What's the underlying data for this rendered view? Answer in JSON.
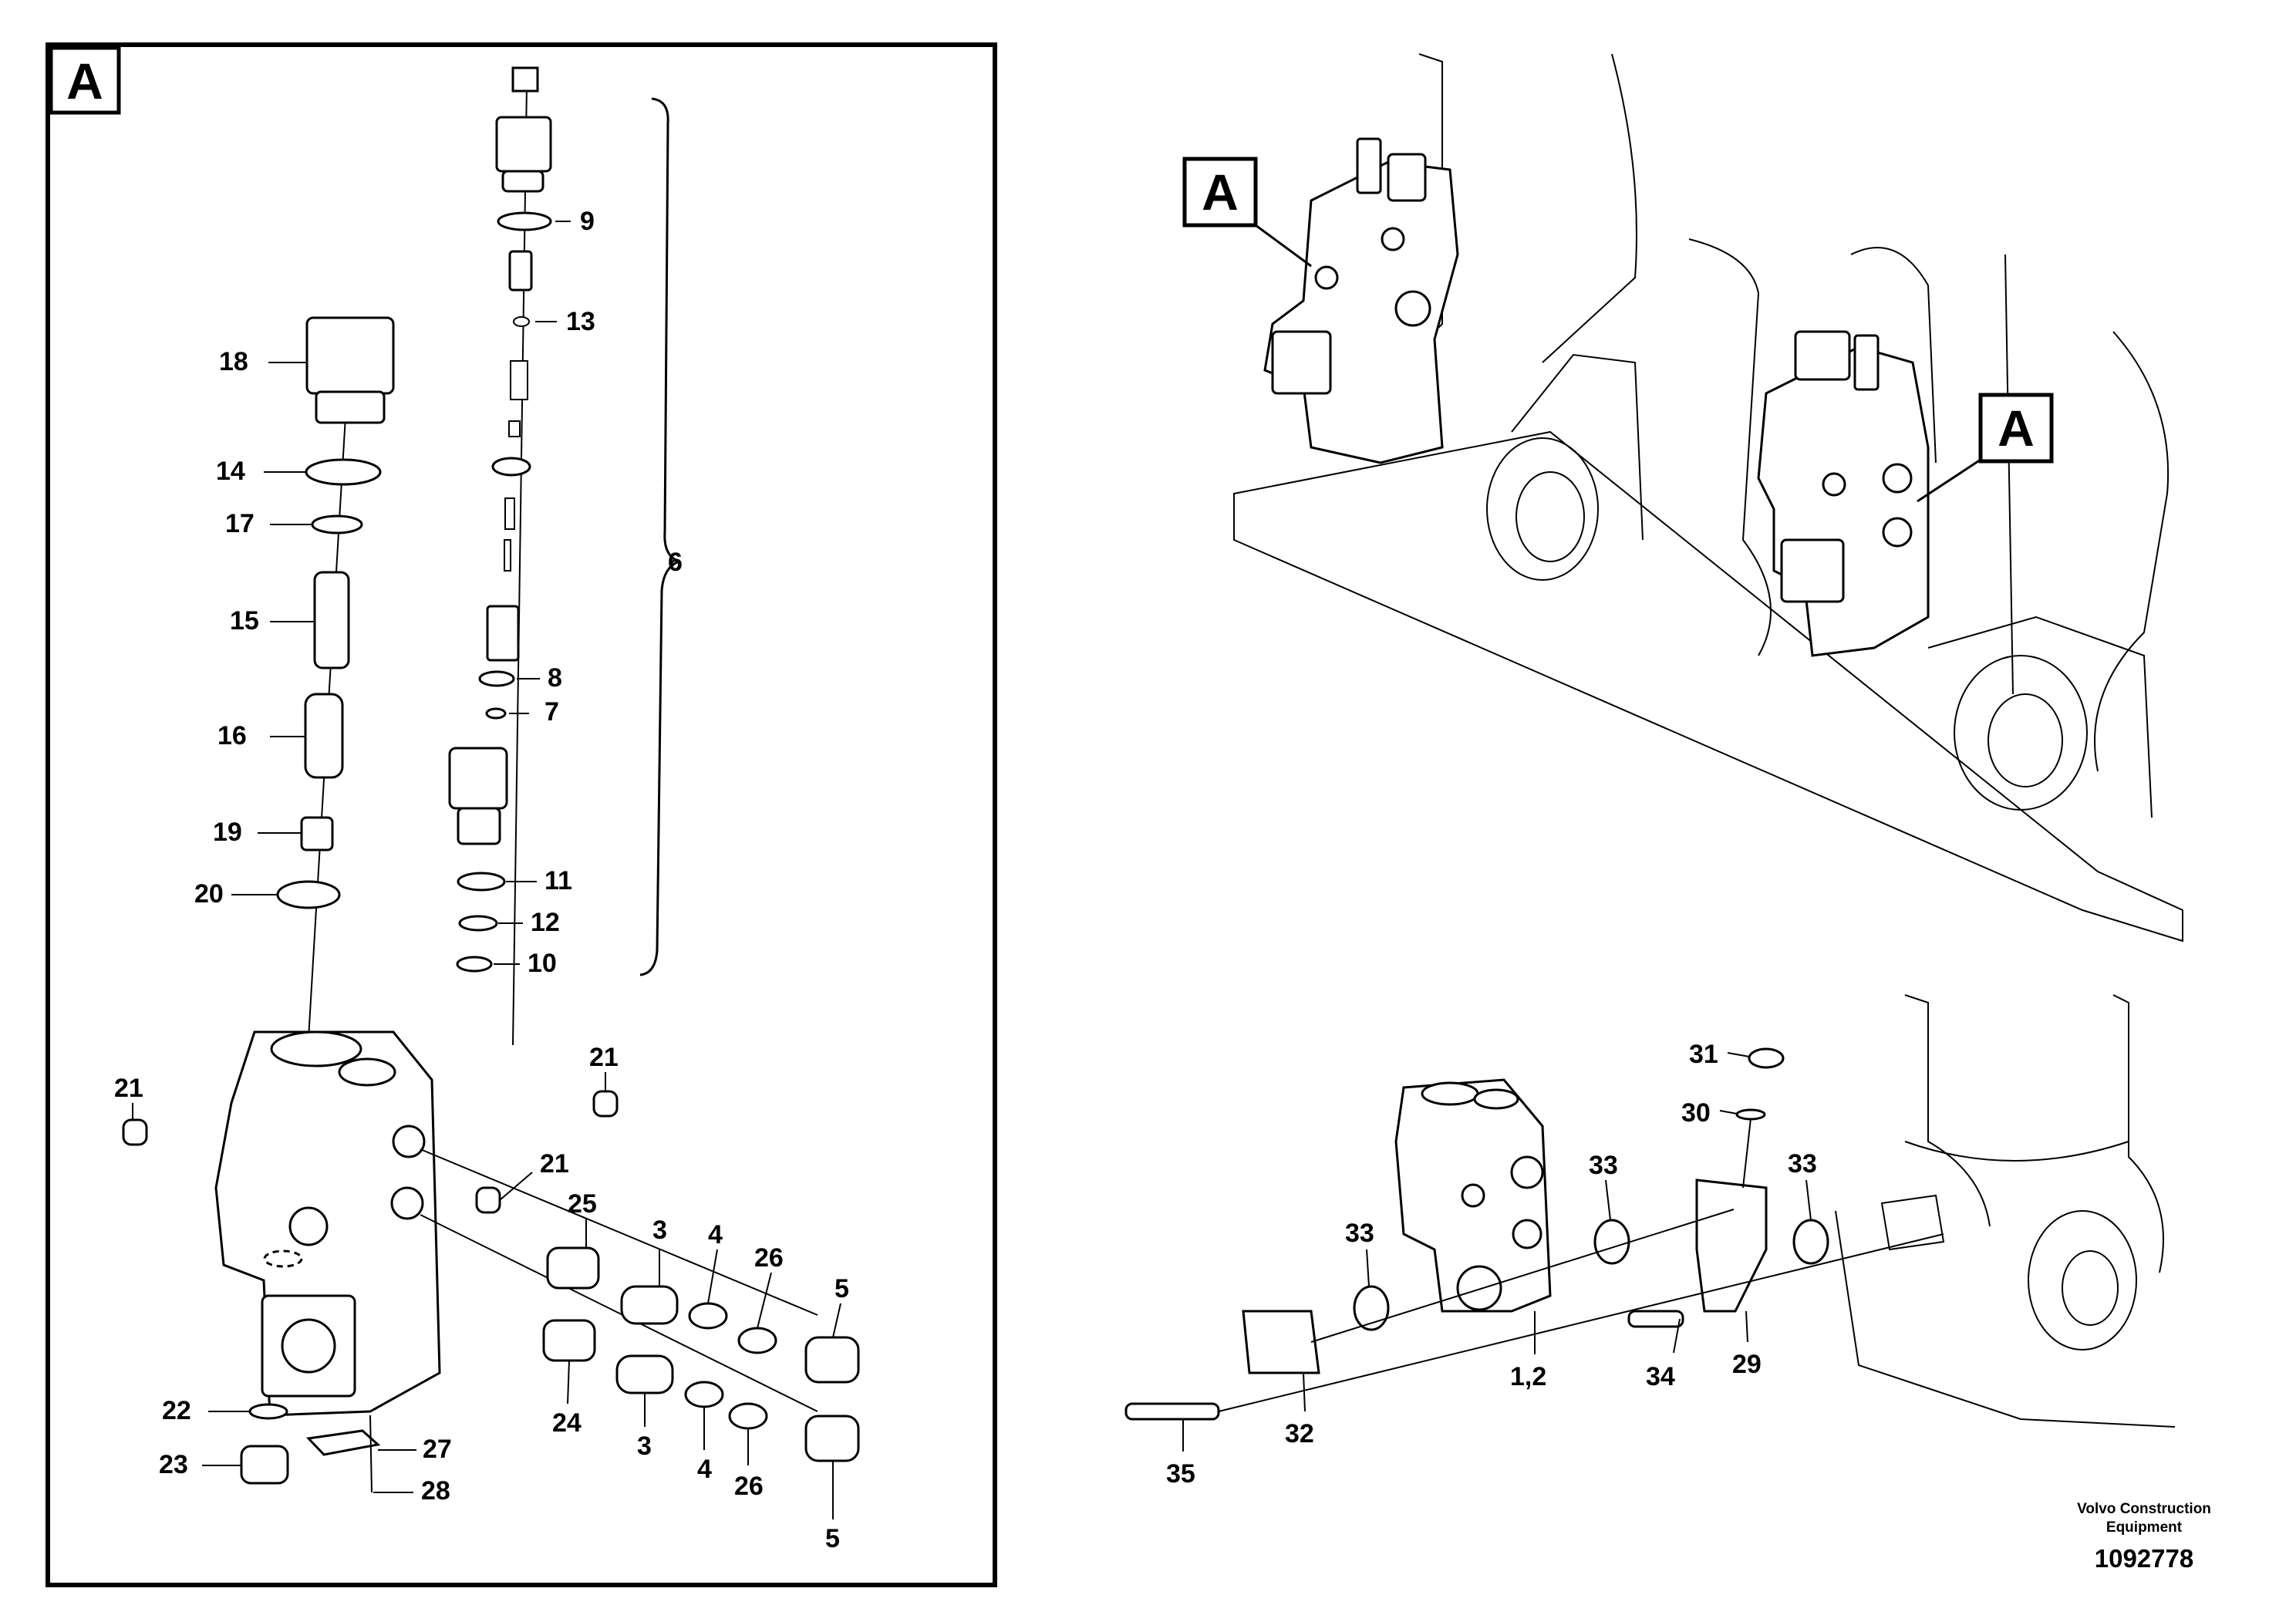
{
  "detail_view": {
    "view_letter": "A",
    "callouts": [
      {
        "key": "c9",
        "label": "9"
      },
      {
        "key": "c13",
        "label": "13"
      },
      {
        "key": "c18",
        "label": "18"
      },
      {
        "key": "c14",
        "label": "14"
      },
      {
        "key": "c17",
        "label": "17"
      },
      {
        "key": "c15",
        "label": "15"
      },
      {
        "key": "c16",
        "label": "16"
      },
      {
        "key": "c19",
        "label": "19"
      },
      {
        "key": "c20",
        "label": "20"
      },
      {
        "key": "c6",
        "label": "6"
      },
      {
        "key": "c8",
        "label": "8"
      },
      {
        "key": "c7",
        "label": "7"
      },
      {
        "key": "c11",
        "label": "11"
      },
      {
        "key": "c12",
        "label": "12"
      },
      {
        "key": "c10",
        "label": "10"
      },
      {
        "key": "c21a",
        "label": "21"
      },
      {
        "key": "c21b",
        "label": "21"
      },
      {
        "key": "c21c",
        "label": "21"
      },
      {
        "key": "c25",
        "label": "25"
      },
      {
        "key": "c3a",
        "label": "3"
      },
      {
        "key": "c4a",
        "label": "4"
      },
      {
        "key": "c26a",
        "label": "26"
      },
      {
        "key": "c5a",
        "label": "5"
      },
      {
        "key": "c24",
        "label": "24"
      },
      {
        "key": "c3b",
        "label": "3"
      },
      {
        "key": "c4b",
        "label": "4"
      },
      {
        "key": "c26b",
        "label": "26"
      },
      {
        "key": "c5b",
        "label": "5"
      },
      {
        "key": "c22",
        "label": "22"
      },
      {
        "key": "c23",
        "label": "23"
      },
      {
        "key": "c27",
        "label": "27"
      },
      {
        "key": "c28",
        "label": "28"
      }
    ]
  },
  "overview": {
    "view_markers": [
      "A",
      "A"
    ]
  },
  "mounting_view": {
    "callouts": [
      {
        "key": "c31",
        "label": "31"
      },
      {
        "key": "c30",
        "label": "30"
      },
      {
        "key": "c33a",
        "label": "33"
      },
      {
        "key": "c33b",
        "label": "33"
      },
      {
        "key": "c33c",
        "label": "33"
      },
      {
        "key": "c12m",
        "label": "1,2"
      },
      {
        "key": "c34",
        "label": "34"
      },
      {
        "key": "c29",
        "label": "29"
      },
      {
        "key": "c32",
        "label": "32"
      },
      {
        "key": "c35",
        "label": "35"
      }
    ]
  },
  "footer": {
    "publisher": "Volvo Construction Equipment",
    "publisher_line1": "Volvo Construction",
    "publisher_line2": "Equipment",
    "doc_number": "1092778"
  }
}
